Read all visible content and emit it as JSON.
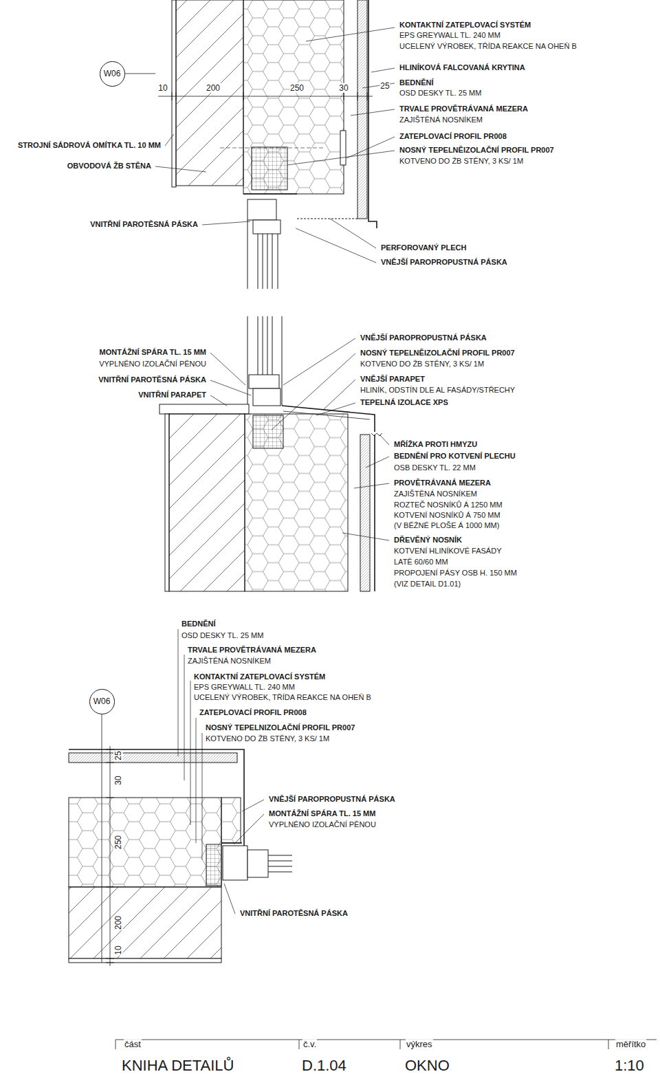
{
  "diagram": {
    "nodes": [
      {
        "text": [
          "W06"
        ]
      },
      {
        "text": [
          "W06"
        ]
      }
    ],
    "labels": [
      "KONTAKTNÍ ZATEPLOVACÍ SYSTÉM",
      "EPS GREYWALL TL. 240 MM",
      "UCELENÝ VÝROBEK, TŘÍDA REAKCE NA OHEŇ B",
      "HLINÍKOVÁ FALCOVANÁ KRYTINA",
      "BEDNĚNÍ",
      "OSD DESKY TL. 25 MM",
      "TRVALE PROVĚTRÁVANÁ MEZERA",
      "ZAJIŠTĚNÁ NOSNÍKEM",
      "ZATEPLOVACÍ PROFIL PR008",
      "NOSNÝ TEPELNĚIZOLAČNÍ PROFIL PR007",
      "KOTVENO DO ŽB STĚNY, 3 KS/ 1M",
      "10",
      "200",
      "250",
      "30",
      "25",
      "STROJNÍ SÁDROVÁ OMÍTKA TL. 10 MM",
      "OBVODOVÁ ŽB STĚNA",
      "VNITŘNÍ PAROTĚSNÁ PÁSKA",
      "PERFOROVANÝ PLECH",
      "VNĚJŠÍ PAROPROPUSTNÁ PÁSKA",
      "MONTÁŽNÍ SPÁRA TL. 15 MM",
      "VYPLNĚNO IZOLAČNÍ PĚNOU",
      "VNITŘNÍ PAROTĚSNÁ PÁSKA",
      "VNITŘNÍ PARAPET",
      "VNĚJŠÍ PAROPROPUSTNÁ PÁSKA",
      "NOSNÝ TEPELNĚIZOLAČNÍ PROFIL PR007",
      "KOTVENO DO ŽB STĚNY, 3 KS/ 1M",
      "VNĚJŠÍ PARAPET",
      "HLINÍK, ODSTÍN DLE AL FASÁDY/STŘECHY",
      "TEPELNÁ IZOLACE XPS",
      "MŘÍŽKA PROTI HMYZU",
      "BEDNĚNÍ PRO KOTVENÍ PLECHU",
      "OSB DESKY TL. 22 MM",
      "PROVĚTRÁVANÁ MEZERA",
      "ZAJIŠTĚNÁ NOSNÍKEM",
      "ROZTEČ NOSNÍKŮ Á 1250 MM",
      "KOTVENÍ NOSNÍKŮ Á 750 MM",
      "(V BĚŽNÉ PLOŠE Á 1000 MM)",
      "DŘEVĚNÝ NOSNÍK",
      "KOTVENÍ HLINÍKOVÉ FASÁDY",
      "LATĚ 60/60 MM",
      "PROPOJENÍ PÁSY OSB H. 150 MM",
      "(VIZ DETAIL D1.01)",
      "BEDNĚNÍ",
      "OSD DESKY TL. 25 MM",
      "TRVALE PROVĚTRÁVANÁ MEZERA",
      "ZAJIŠTĚNÁ NOSNÍKEM",
      "KONTAKTNÍ ZATEPLOVACÍ SYSTÉM",
      "EPS GREYWALL TL. 240 MM",
      "UCELENÝ VÝROBEK, TŘÍDA REAKCE NA OHEŇ B",
      "ZATEPLOVACÍ PROFIL PR008",
      "NOSNÝ TEPELNIZOLAČNÍ PROFIL PR007",
      "KOTVENO DO ŽB STĚNY, 3 KS/ 1M",
      "25",
      "30",
      "250",
      "200",
      "10",
      "VNĚJŠÍ PAROPROPUSTNÁ PÁSKA",
      "MONTÁŽNÍ SPÁRA TL. 15 MM",
      "VYPLNĚNO IZOLAČNÍ PĚNOU",
      "VNITŘNÍ PAROTĚSNÁ PÁSKA",
      "část",
      "č.v.",
      "výkres",
      "měřítko",
      "KNIHA DETAILŮ",
      "D.1.04",
      "OKNO",
      "1:10"
    ]
  }
}
